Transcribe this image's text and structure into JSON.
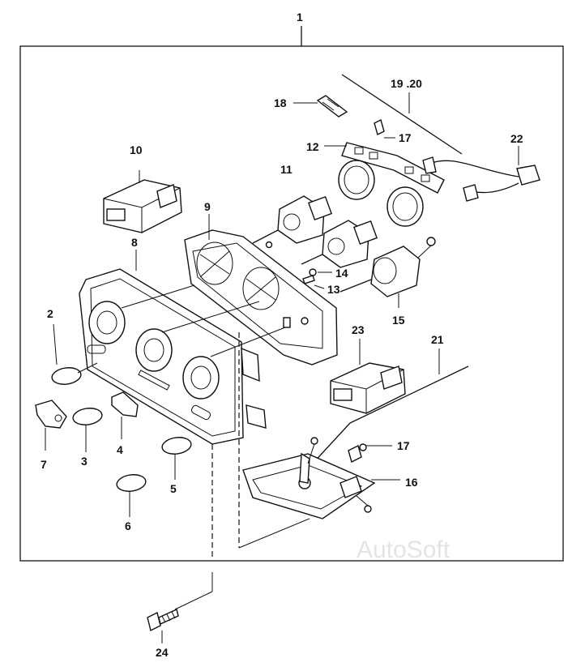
{
  "diagram": {
    "callouts": {
      "p1": "1",
      "p2": "2",
      "p3": "3",
      "p4": "4",
      "p5": "5",
      "p6": "6",
      "p7": "7",
      "p8": "8",
      "p9": "9",
      "p10": "10",
      "p11": "11",
      "p12": "12",
      "p13": "13",
      "p14": "14",
      "p15": "15",
      "p16": "16",
      "p17a": "17",
      "p17b": "17",
      "p18": "18",
      "p1920": "19 .20",
      "p21": "21",
      "p22": "22",
      "p23": "23",
      "p24": "24"
    },
    "watermark": "AutoSoft"
  }
}
